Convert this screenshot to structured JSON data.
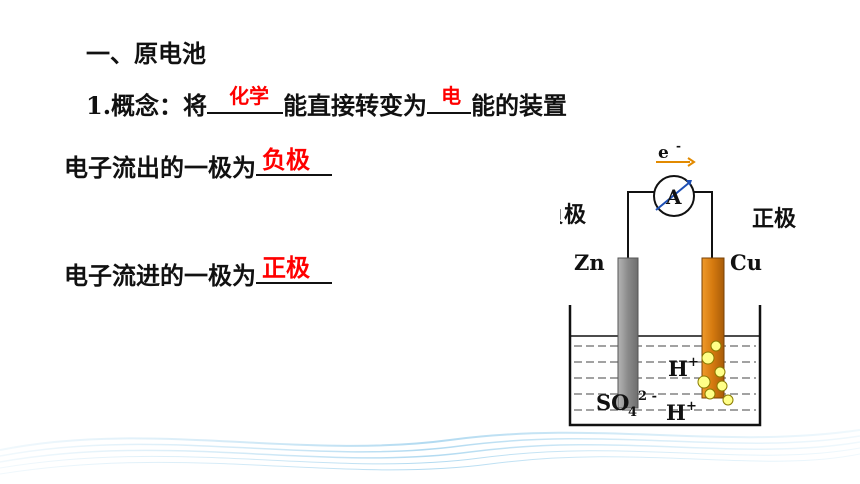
{
  "heading": "一、原电池",
  "concept": {
    "prefix": "1.概念：将",
    "answer1": "化学",
    "middle": "能直接转变为",
    "answer2": "电",
    "suffix": "能的装置"
  },
  "electron_out": {
    "text": "电子流出的一极为",
    "answer": "负极"
  },
  "electron_in": {
    "text": "电子流进的一极为",
    "answer": "正极"
  },
  "diagram": {
    "electron_label": "e",
    "electron_sup": "-",
    "ammeter": "A",
    "negative_label": "负极",
    "positive_label": "正极",
    "zn": "Zn",
    "cu": "Cu",
    "ion_h1": "H",
    "ion_h1_sup": "+",
    "ion_so4": "SO",
    "ion_so4_sub": "4",
    "ion_so4_sup": "2 -",
    "ion_h2": "H",
    "ion_h2_sup": "+",
    "colors": {
      "zinc": "#8a8a8a",
      "copper": "#d4790f",
      "bubble": "#ffff88",
      "answer": "#ff0000"
    }
  }
}
